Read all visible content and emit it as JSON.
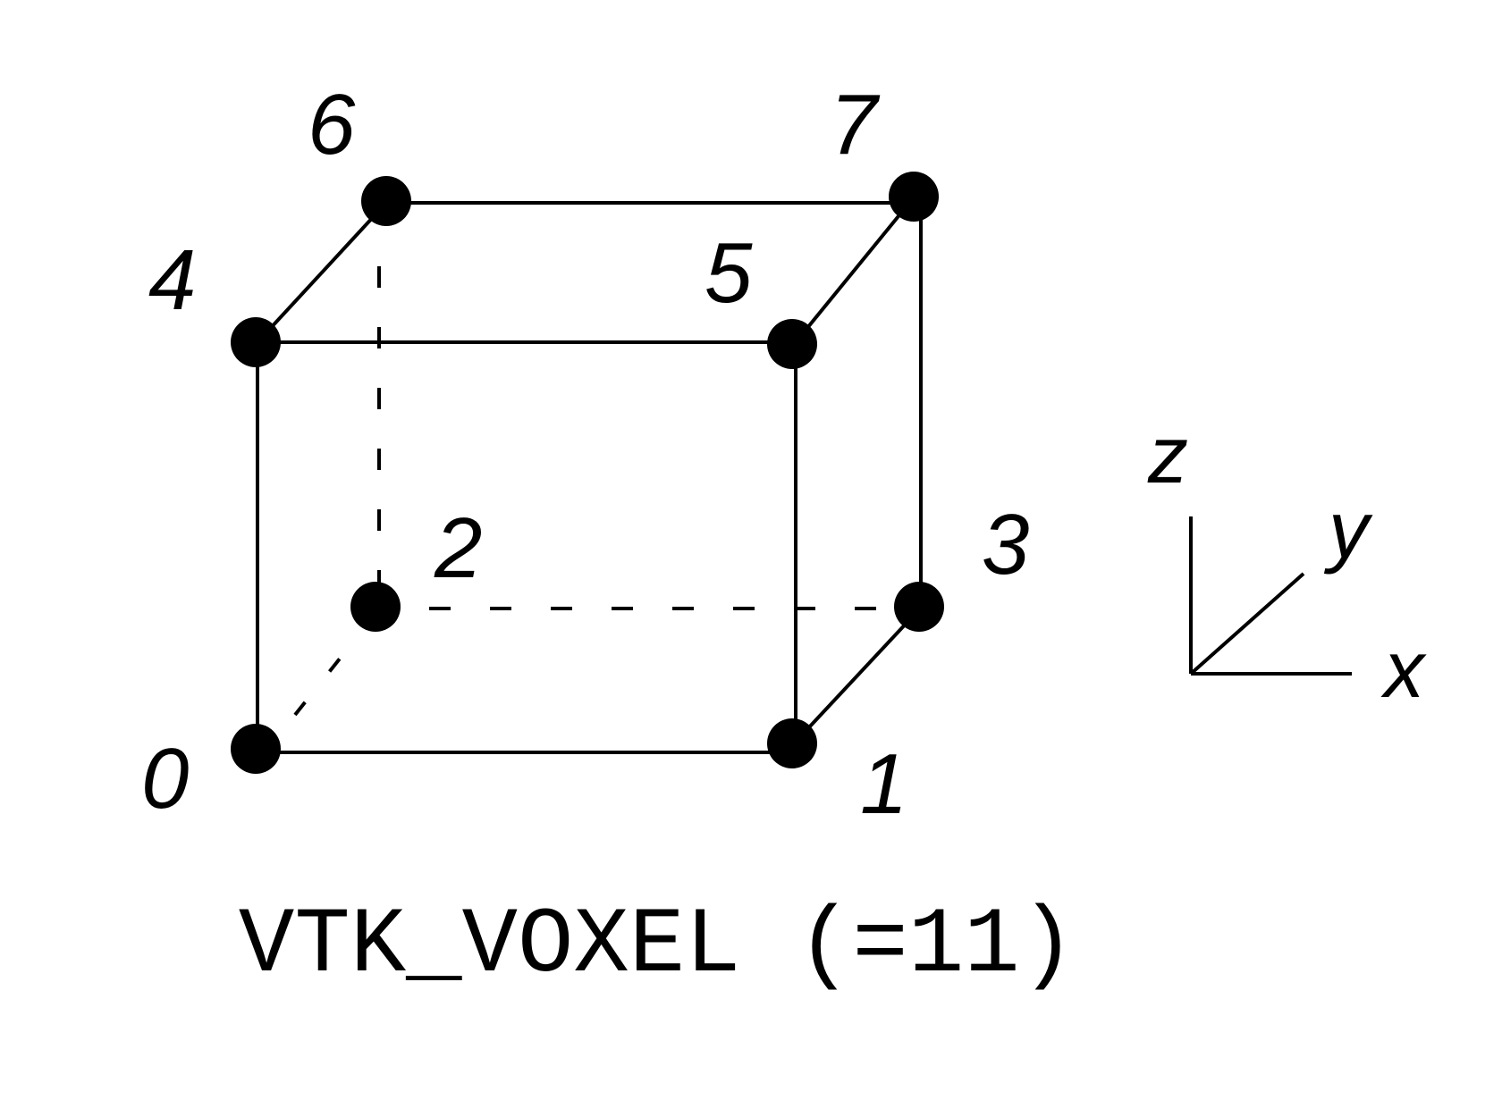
{
  "vertices": [
    {
      "id": "0",
      "label": "0"
    },
    {
      "id": "1",
      "label": "1"
    },
    {
      "id": "2",
      "label": "2"
    },
    {
      "id": "3",
      "label": "3"
    },
    {
      "id": "4",
      "label": "4"
    },
    {
      "id": "5",
      "label": "5"
    },
    {
      "id": "6",
      "label": "6"
    },
    {
      "id": "7",
      "label": "7"
    }
  ],
  "axes": {
    "x": "x",
    "y": "y",
    "z": "z"
  },
  "caption": "VTK_VOXEL (=11)"
}
